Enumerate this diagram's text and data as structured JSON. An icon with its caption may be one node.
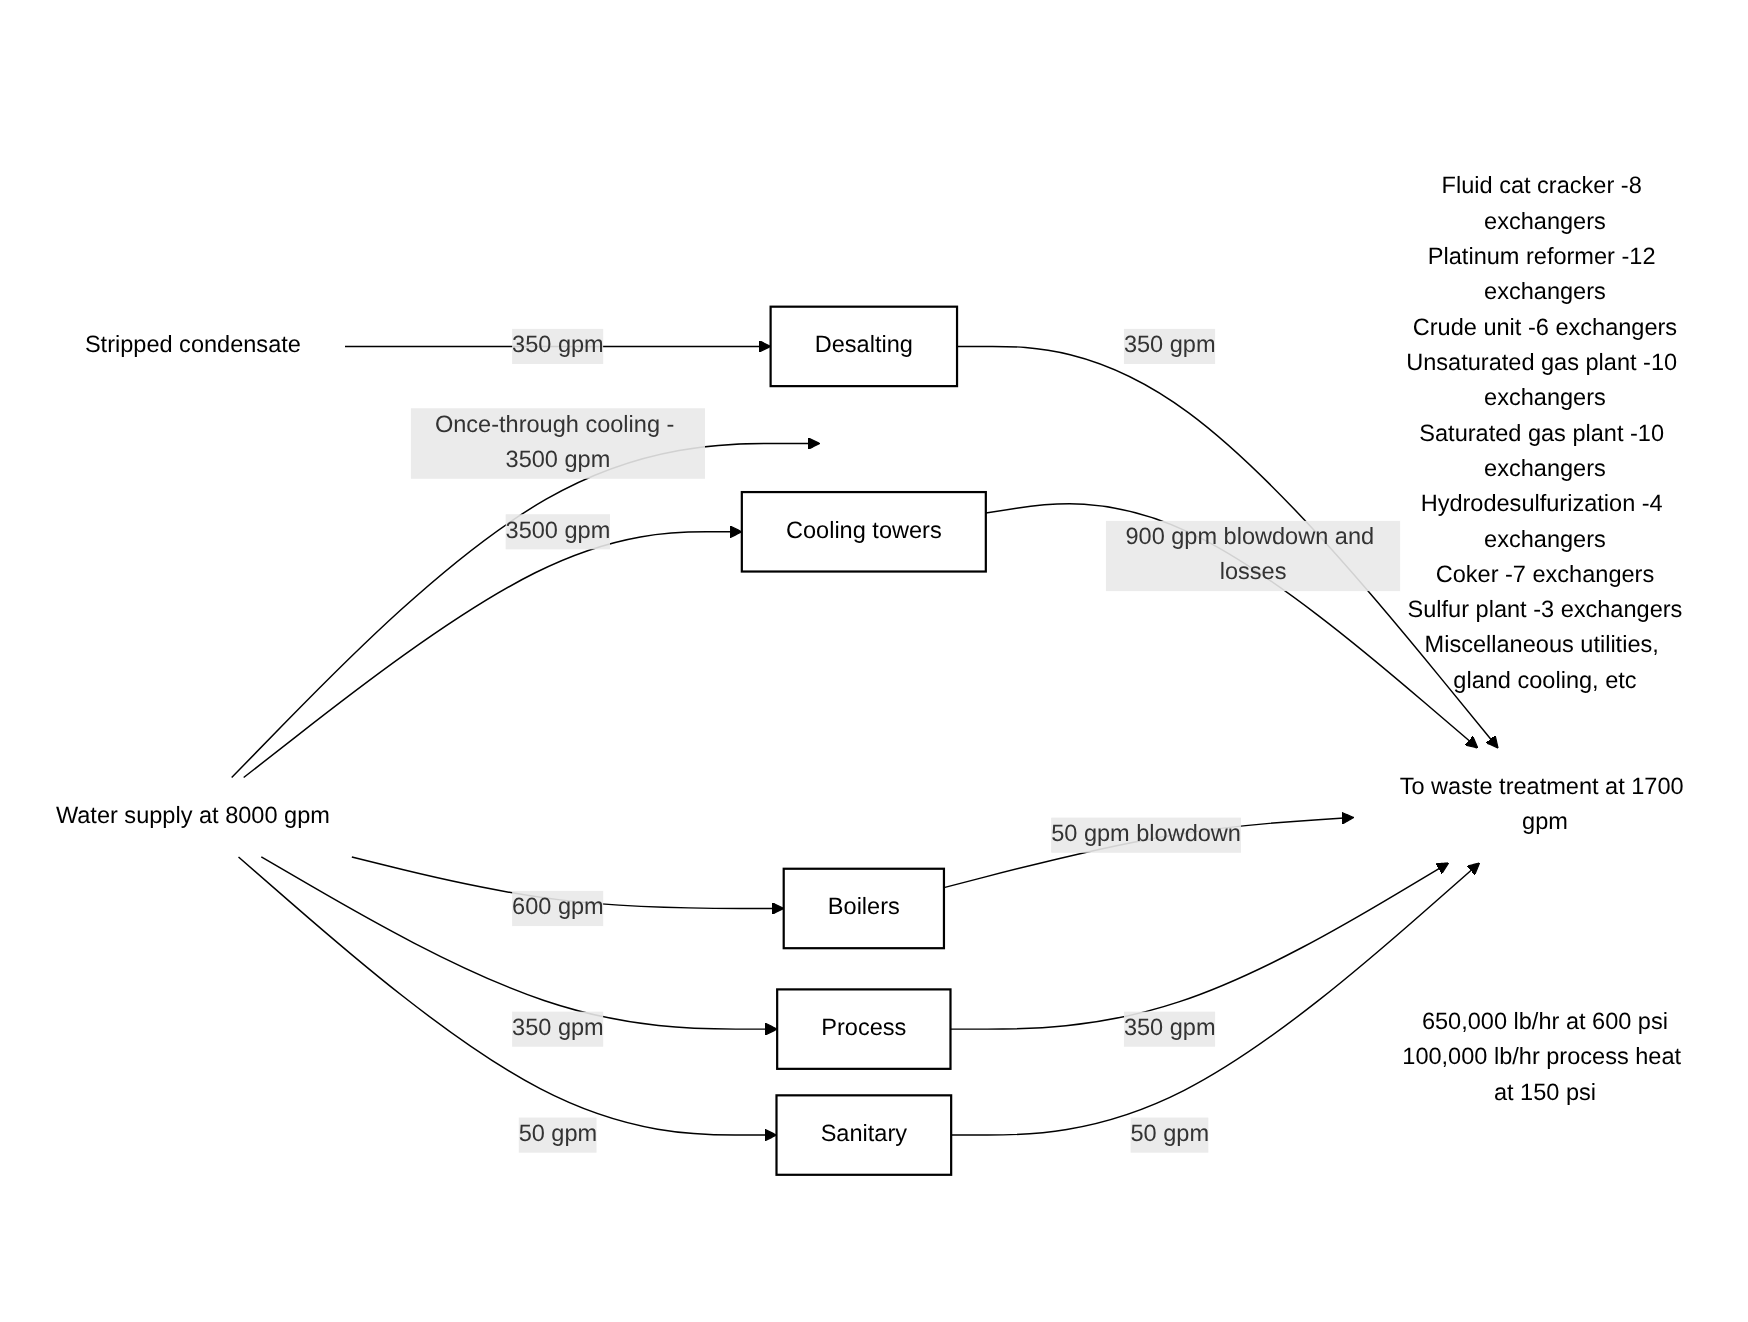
{
  "diagram": {
    "nodes": [
      {
        "text": [
          "Water supply at 8000 gpm"
        ]
      },
      {
        "text": [
          "Cooling towers"
        ],
        "beside": [
          "Fluid cat cracker -8 exchangers",
          "Platinum reformer -12 exchangers",
          "Crude unit -6 exchangers",
          "Unsaturated gas plant -10 exchangers",
          "Saturated gas plant -10 exchangers",
          "Hydrodesulfurization -4 exchangers",
          "Coker -7 exchangers",
          "Sulfur plant -3 exchangers",
          "Miscellaneous utilities, gland cooling, etc"
        ]
      },
      {
        "text": [
          "Boilers"
        ],
        "beside": [
          "650,000 lb/hr at 600 psi",
          "100,000 lb/hr process heat at 150 psi"
        ]
      },
      {
        "text": [
          "Stripped condensate"
        ]
      },
      {
        "text": [
          "Desalting"
        ]
      },
      {
        "text": [
          "Process"
        ]
      },
      {
        "text": [
          "Sanitary"
        ]
      },
      {
        "text": [
          "To waste treatment at 1700 gpm"
        ]
      }
    ],
    "edges": [
      {
        "from": 0,
        "to": null,
        "arrow": "to",
        "label": "Once-through cooling - 3500 gpm"
      },
      {
        "from": 0,
        "to": 1,
        "arrow": "to",
        "label": "3500 gpm"
      },
      {
        "from": 0,
        "to": 2,
        "arrow": "to",
        "label": "600 gpm"
      },
      {
        "from": 0,
        "to": 5,
        "arrow": "to",
        "label": "350 gpm"
      },
      {
        "from": 0,
        "to": 6,
        "arrow": "to",
        "label": "50 gpm"
      },
      {
        "from": 3,
        "to": 4,
        "arrow": "to",
        "label": "350 gpm"
      },
      {
        "from": 1,
        "to": 7,
        "arrow": "to",
        "label": "900 gpm blowdown and losses"
      },
      {
        "from": 2,
        "to": 7,
        "arrow": "to",
        "label": "50 gpm blowdown"
      },
      {
        "from": 4,
        "to": 7,
        "arrow": "to",
        "label": "350 gpm"
      },
      {
        "from": 5,
        "to": 7,
        "arrow": "to",
        "label": "350 gpm"
      },
      {
        "from": 6,
        "to": 7,
        "arrow": "to",
        "label": "50 gpm"
      }
    ]
  }
}
